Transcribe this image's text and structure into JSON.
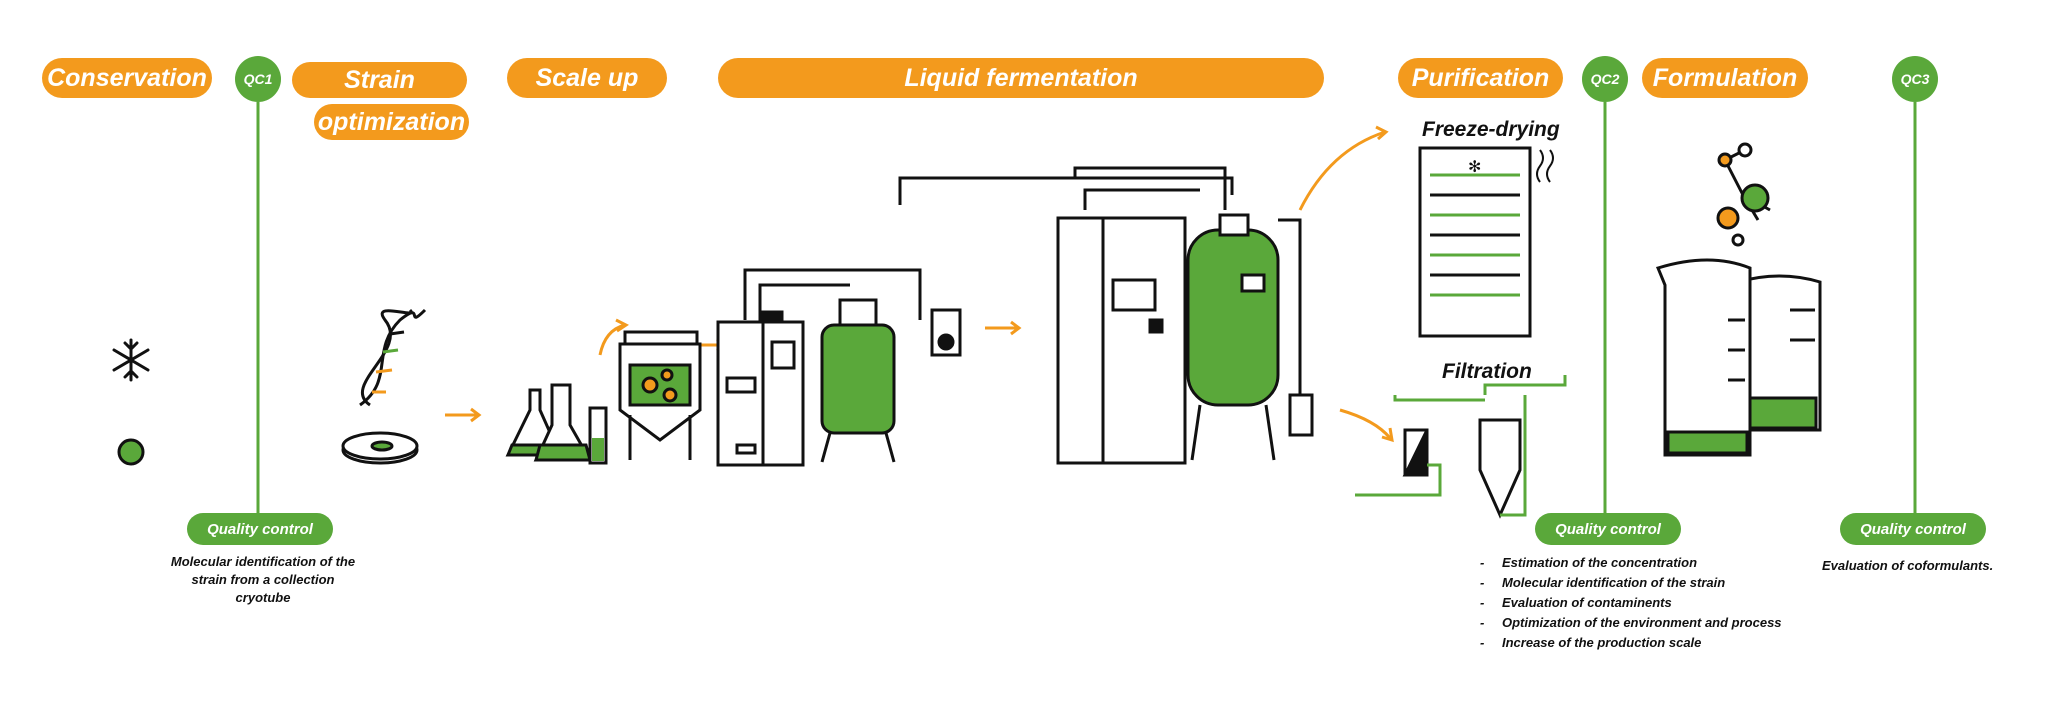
{
  "stages": {
    "conservation": "Conservation",
    "strain_line1": "Strain",
    "strain_line2": "optimization",
    "scale_up": "Scale up",
    "liquid_fermentation": "Liquid fermentation",
    "purification": "Purification",
    "formulation": "Formulation"
  },
  "qc_markers": {
    "qc1": "QC1",
    "qc2": "QC2",
    "qc3": "QC3"
  },
  "purification_methods": {
    "freeze_drying": "Freeze-drying",
    "filtration": "Filtration"
  },
  "quality_control": {
    "label": "Quality control",
    "qc1_note": "Molecular identification of the strain from a collection cryotube",
    "qc2_items": [
      "Estimation of the concentration",
      "Molecular identification of the strain",
      "Evaluation of contaminents",
      "Optimization of the environment and process",
      "Increase of the production scale"
    ],
    "qc3_note": "Evaluation of coformulants."
  },
  "icons": {
    "snowflake": "snowflake-icon",
    "colony": "colony-dot-icon",
    "dna": "dna-helix-icon",
    "petri": "petri-dish-icon",
    "flasks": "lab-flasks-icon",
    "bioreactor_small": "small-bioreactor-icon",
    "bioreactor_medium": "medium-bioreactor-icon",
    "bioreactor_large": "large-bioreactor-icon",
    "freeze_dryer": "freeze-dryer-icon",
    "filter": "filtration-unit-icon",
    "beakers": "beakers-icon",
    "molecule": "molecule-icon"
  },
  "colors": {
    "orange": "#f39a1d",
    "green": "#5aa83a",
    "ink": "#111111"
  }
}
